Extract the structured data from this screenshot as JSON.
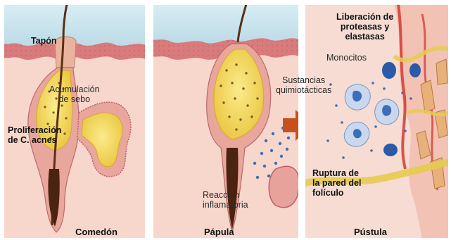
{
  "panels": {
    "comedon": {
      "caption": "Comedón",
      "tapon": "Tapón",
      "acumulacion": [
        "Acumulación",
        "de sebo"
      ],
      "proliferacion": [
        "Proliferación",
        "de C. acnes"
      ]
    },
    "papula": {
      "caption": "Pápula",
      "sustancias": [
        "Sustancias",
        "quimiotácticas"
      ],
      "reaccion": [
        "Reacción",
        "inflamatoria"
      ]
    },
    "pustula": {
      "caption": "Pústula",
      "liberacion": [
        "Liberación de",
        "proteasas y",
        "elastasas"
      ],
      "monocitos": "Monocitos",
      "ruptura": [
        "Ruptura de",
        "la pared del",
        "folículo"
      ]
    }
  },
  "colors": {
    "sky": "#c9e4ee",
    "skin": "#f3ccc0",
    "epidermis": "#d9797a",
    "sebum": "#f2dc5c",
    "hair": "#5a3016",
    "arrow": "#c8501e",
    "blood": "#d2302a",
    "monocyte": "#3b6fb8"
  }
}
